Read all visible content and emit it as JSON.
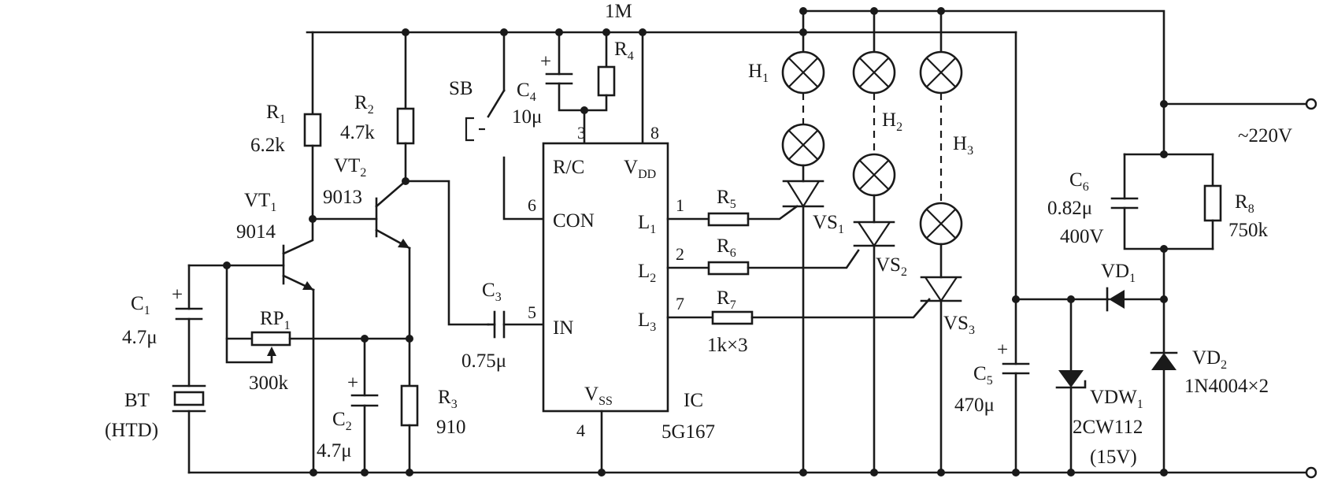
{
  "components": {
    "r_top": {
      "value": "1M"
    },
    "r1": {
      "name": "R",
      "sub": "1",
      "value": "6.2k"
    },
    "r2": {
      "name": "R",
      "sub": "2",
      "value": "4.7k"
    },
    "r3": {
      "name": "R",
      "sub": "3",
      "value": "910"
    },
    "r4": {
      "name": "R",
      "sub": "4"
    },
    "r5": {
      "name": "R",
      "sub": "5"
    },
    "r6": {
      "name": "R",
      "sub": "6"
    },
    "r7": {
      "name": "R",
      "sub": "7",
      "value": "1k×3"
    },
    "r8": {
      "name": "R",
      "sub": "8",
      "value": "750k"
    },
    "rp1": {
      "name": "RP",
      "sub": "1",
      "value": "300k"
    },
    "c1": {
      "name": "C",
      "sub": "1",
      "value": "4.7μ"
    },
    "c2": {
      "name": "C",
      "sub": "2",
      "value": "4.7μ"
    },
    "c3": {
      "name": "C",
      "sub": "3",
      "value": "0.75μ"
    },
    "c4": {
      "name": "C",
      "sub": "4",
      "value": "10μ"
    },
    "c5": {
      "name": "C",
      "sub": "5",
      "value": "470μ"
    },
    "c6": {
      "name": "C",
      "sub": "6",
      "value": "0.82μ",
      "rating": "400V"
    },
    "vt1": {
      "name": "VT",
      "sub": "1",
      "model": "9014"
    },
    "vt2": {
      "name": "VT",
      "sub": "2",
      "model": "9013"
    },
    "sb": {
      "name": "SB"
    },
    "bt": {
      "name": "BT",
      "type": "(HTD)"
    },
    "h1": {
      "name": "H",
      "sub": "1"
    },
    "h2": {
      "name": "H",
      "sub": "2"
    },
    "h3": {
      "name": "H",
      "sub": "3"
    },
    "vs1": {
      "name": "VS",
      "sub": "1"
    },
    "vs2": {
      "name": "VS",
      "sub": "2"
    },
    "vs3": {
      "name": "VS",
      "sub": "3"
    },
    "vd1": {
      "name": "VD",
      "sub": "1"
    },
    "vd2": {
      "name": "VD",
      "sub": "2",
      "model": "1N4004×2"
    },
    "vdw1": {
      "name": "VDW",
      "sub": "1",
      "model": "2CW112",
      "rating": "(15V)"
    },
    "mains": {
      "label": "~220V"
    }
  },
  "ic": {
    "name": "IC",
    "model": "5G167",
    "pins": {
      "rc": {
        "num": "3",
        "label": "R/C"
      },
      "vdd": {
        "num": "8",
        "label": "V",
        "sub": "DD"
      },
      "con": {
        "num": "6",
        "label": "CON"
      },
      "in": {
        "num": "5",
        "label": "IN"
      },
      "l1": {
        "num": "1",
        "label": "L",
        "sub": "1"
      },
      "l2": {
        "num": "2",
        "label": "L",
        "sub": "2"
      },
      "l3": {
        "num": "7",
        "label": "L",
        "sub": "3"
      },
      "vss": {
        "num": "4",
        "label": "V",
        "sub": "SS"
      }
    }
  },
  "polarity_mark": "+"
}
